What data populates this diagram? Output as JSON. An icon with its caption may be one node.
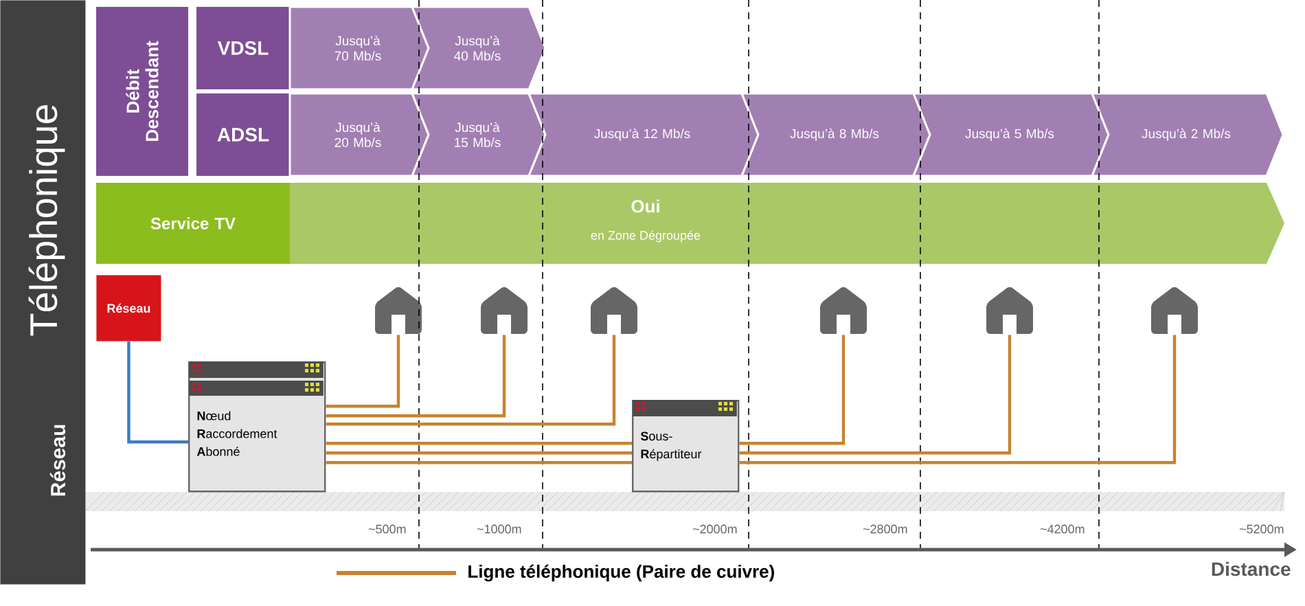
{
  "diagram": {
    "nodes": [
      {
        "text": [
          "Réseau",
          "Téléphonique"
        ]
      },
      {
        "text": [
          "Débit Descendant"
        ]
      },
      {
        "text": [
          "VDSL"
        ]
      },
      {
        "text": [
          "Jusqu’à 70 Mb/s"
        ]
      },
      {
        "text": [
          "Jusqu’à 40 Mb/s"
        ]
      },
      {
        "text": [
          "ADSL"
        ]
      },
      {
        "text": [
          "Jusqu’à 20 Mb/s"
        ]
      },
      {
        "text": [
          "Jusqu’à 15 Mb/s"
        ]
      },
      {
        "text": [
          "Jusqu’à 12 Mb/s"
        ]
      },
      {
        "text": [
          "Jusqu’à 8 Mb/s"
        ]
      },
      {
        "text": [
          "Jusqu’à 5 Mb/s"
        ]
      },
      {
        "text": [
          "Jusqu’à 2 Mb/s"
        ]
      },
      {
        "text": [
          "Service TV"
        ]
      },
      {
        "text": [
          "Oui",
          "en Zone Dégroupée"
        ]
      },
      {
        "text": [
          "Réseau"
        ]
      },
      {
        "text": [
          "**N**œud **R**accordement **A**bonné"
        ]
      },
      {
        "text": [
          "**S**ous-**R**épartiteur"
        ]
      },
      {
        "text": [],
        "shape": "house"
      },
      {
        "text": [],
        "shape": "house"
      },
      {
        "text": [],
        "shape": "house"
      },
      {
        "text": [],
        "shape": "house"
      },
      {
        "text": [],
        "shape": "house"
      },
      {
        "text": [],
        "shape": "house"
      }
    ],
    "edges": [
      {
        "from": 14,
        "to": 15,
        "arrow": "none",
        "color": "#3b7bc4"
      },
      {
        "from": 15,
        "to": 17,
        "arrow": "none"
      },
      {
        "from": 15,
        "to": 18,
        "arrow": "none"
      },
      {
        "from": 15,
        "to": 19,
        "arrow": "none"
      },
      {
        "from": 15,
        "to": 16,
        "arrow": "none"
      },
      {
        "from": 15,
        "to": 16,
        "arrow": "none"
      },
      {
        "from": 15,
        "to": 16,
        "arrow": "none"
      },
      {
        "from": 16,
        "to": 20,
        "arrow": "none"
      },
      {
        "from": 16,
        "to": 21,
        "arrow": "none"
      },
      {
        "from": 16,
        "to": 22,
        "arrow": "none"
      }
    ],
    "labels": [
      "~500m",
      "~1000m",
      "~2000m",
      "~2800m",
      "~4200m",
      "~5200m",
      "Distance"
    ],
    "legend": [
      {
        "text": "Ligne téléphonique (Paire de cuivre)"
      }
    ]
  }
}
